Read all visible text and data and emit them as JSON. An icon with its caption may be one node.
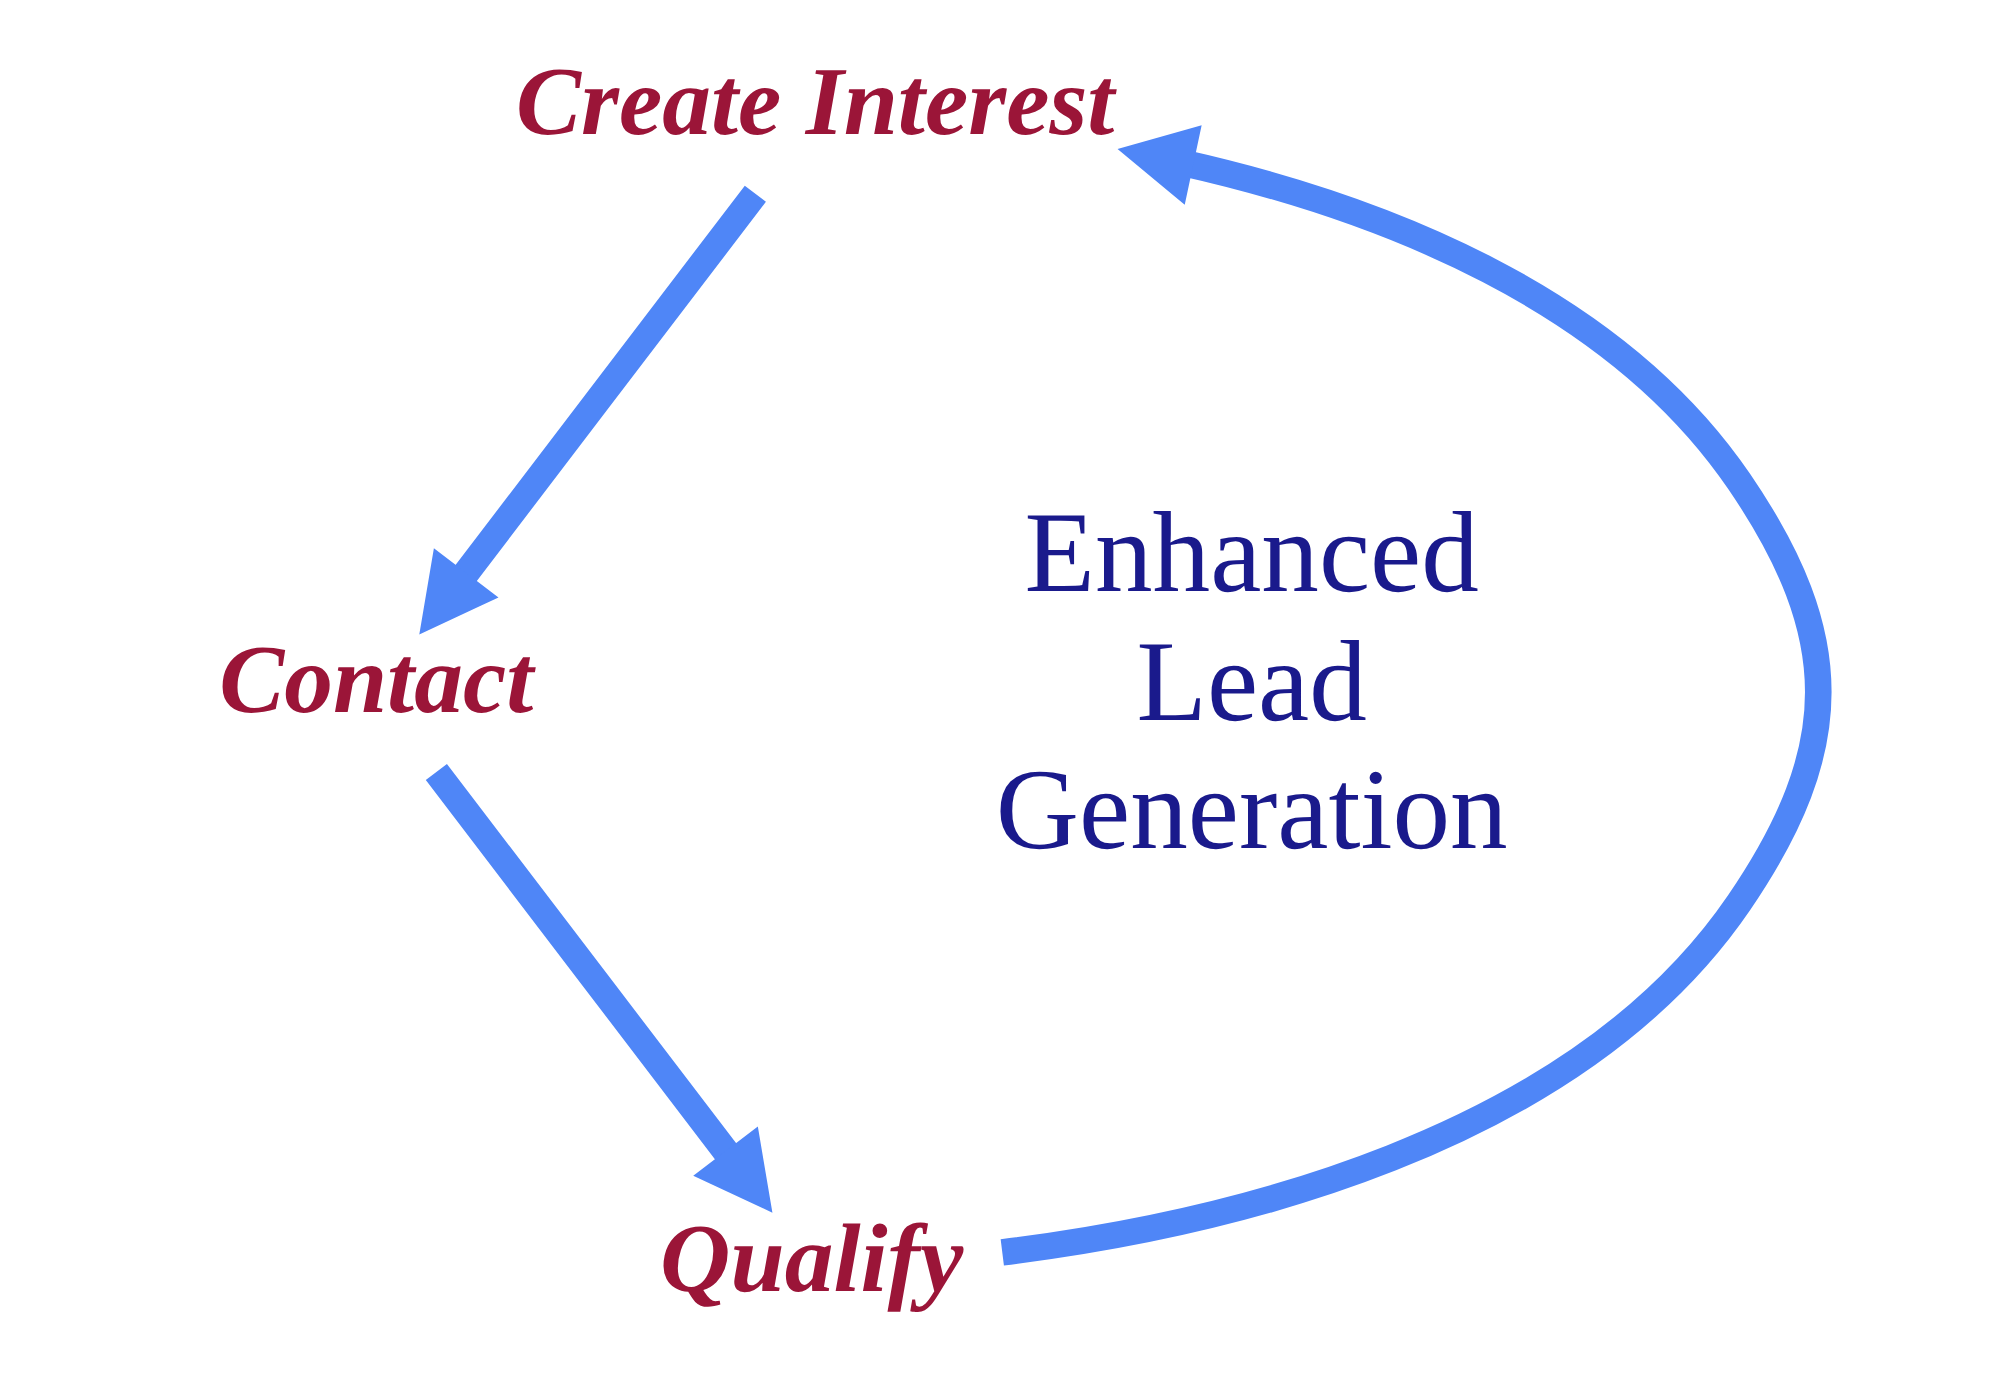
{
  "diagram": {
    "nodes": [
      {
        "text": [
          "Create Interest"
        ]
      },
      {
        "text": [
          "Contact"
        ]
      },
      {
        "text": [
          "Qualify"
        ]
      }
    ],
    "edges": [
      {
        "from": 0,
        "to": 1,
        "arrow": "to"
      },
      {
        "from": 1,
        "to": 2,
        "arrow": "to"
      },
      {
        "from": 2,
        "to": 0,
        "arrow": "to"
      }
    ],
    "labels": [
      "Enhanced Lead Generation"
    ]
  }
}
